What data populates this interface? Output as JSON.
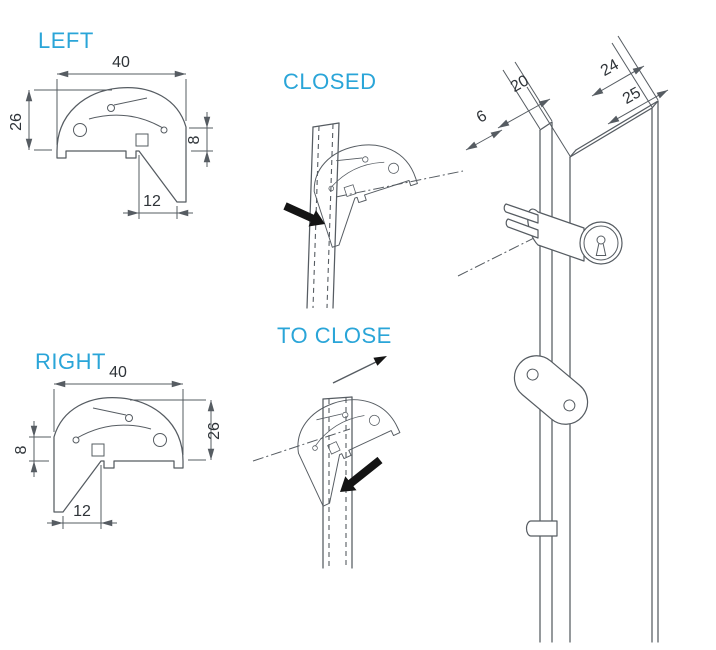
{
  "drawing": {
    "labels": {
      "left": "LEFT",
      "right": "RIGHT",
      "closed": "CLOSED",
      "to_close": "TO CLOSE"
    },
    "dimensions": {
      "left_view": {
        "width": "40",
        "height": "26",
        "edge": "8",
        "foot": "12"
      },
      "right_view": {
        "width": "40",
        "height": "26",
        "edge": "8",
        "foot": "12"
      },
      "installation_view": {
        "gap": "6",
        "backset": "20",
        "thickness": "24",
        "edge_width": "25"
      }
    },
    "colors": {
      "accent": "#2aa5d8",
      "line": "#565c62",
      "text": "#2e3338",
      "arrow": "#141414",
      "background": "#ffffff"
    }
  }
}
